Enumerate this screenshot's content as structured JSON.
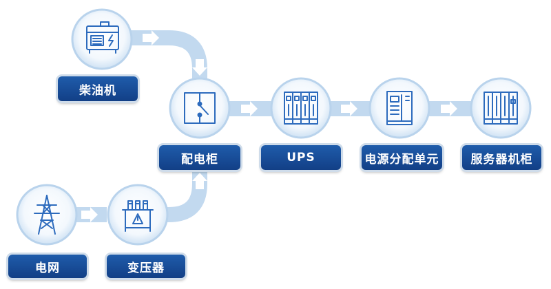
{
  "nodes": {
    "generator": {
      "label": "柴油机",
      "icon": "generator-icon"
    },
    "grid": {
      "label": "电网",
      "icon": "power-tower-icon"
    },
    "transformer": {
      "label": "变压器",
      "icon": "transformer-icon"
    },
    "switchboard": {
      "label": "配电柜",
      "icon": "switch-icon"
    },
    "ups": {
      "label": "UPS",
      "icon": "ups-cabinet-icon"
    },
    "pdu": {
      "label": "电源分配单元",
      "icon": "pdu-cabinet-icon"
    },
    "server_rack": {
      "label": "服务器机柜",
      "icon": "server-rack-icon"
    }
  },
  "colors": {
    "label_bg": "#1a4f9b",
    "icon_stroke": "#2d6bbd",
    "flow_band": "#c2d9ef",
    "arrow": "#ffffff"
  }
}
